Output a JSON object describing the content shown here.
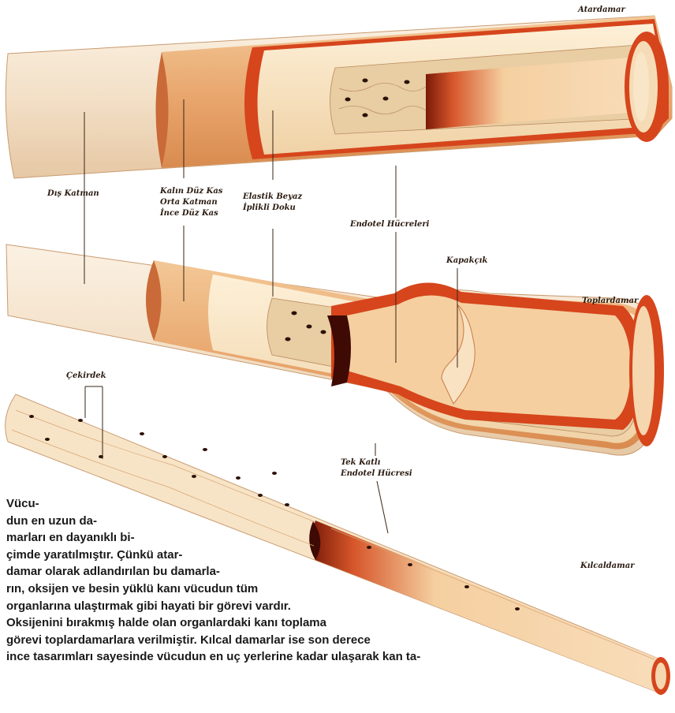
{
  "labels": {
    "atardamar": "Atardamar",
    "toplardamar": "Toplardamar",
    "kilcaldamar": "Kılcaldamar",
    "dis_katman": "Dış Katman",
    "kalin_duz_kas": "Kalın Düz Kas\nOrta Katman\nİnce Düz Kas",
    "elastik": "Elastik Beyaz\nİplikli Doku",
    "endotel": "Endotel Hücreleri",
    "kapakcik": "Kapakçık",
    "cekirdek": "Çekirdek",
    "tek_katli": "Tek Katlı\nEndotel Hücresi"
  },
  "caption_lines": [
    "Vücu-",
    "dun en uzun da-",
    "marları en dayanıklı bi-",
    "çimde yaratılmıştır. Çünkü atar-",
    "damar olarak adlandırılan bu damarla-",
    "rın, oksijen ve besin yüklü kanı vücudun tüm",
    "organlarına ulaştırmak gibi hayati bir görevi vardır.",
    "Oksijenini bırakmış halde olan organlardaki kanı toplama",
    "görevi toplardamarlara verilmiştir. Kılcal damarlar ise son derece",
    "ince tasarımları sayesinde vücudun en uç yerlerine kadar ulaşarak kan ta-"
  ],
  "colors": {
    "outer": "#f6e7d3",
    "muscle": "#e9b07a",
    "red": "#d6451c",
    "lumen": "#f7d9b4",
    "dark": "#5a0f06"
  }
}
